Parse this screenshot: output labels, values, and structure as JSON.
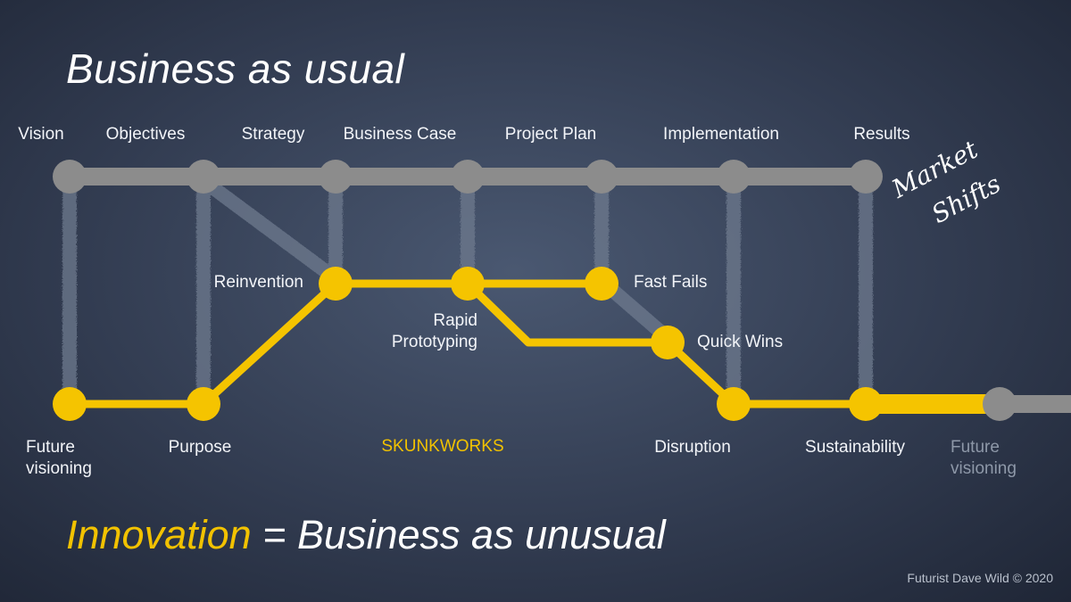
{
  "title": "Business as usual",
  "stages": [
    "Vision",
    "Objectives",
    "Strategy",
    "Business Case",
    "Project Plan",
    "Implementation",
    "Results"
  ],
  "nodes": {
    "future_visioning": "Future\nvisioning",
    "purpose": "Purpose",
    "reinvention": "Reinvention",
    "rapid_prototyping": "Rapid\nPrototyping",
    "fast_fails": "Fast Fails",
    "quick_wins": "Quick Wins",
    "disruption": "Disruption",
    "sustainability": "Sustainability",
    "future_visioning_next": "Future\nvisioning"
  },
  "skunkworks": "SKUNKWORKS",
  "market_shifts": [
    "Market",
    "Shifts"
  ],
  "tagline": {
    "highlight": "Innovation",
    "rest": " = Business as unusual"
  },
  "credit": "Futurist Dave Wild © 2020",
  "colors": {
    "yellow": "#f5c400",
    "grey": "#8c8c8c",
    "skunk_dots": "#8a7a2a"
  }
}
